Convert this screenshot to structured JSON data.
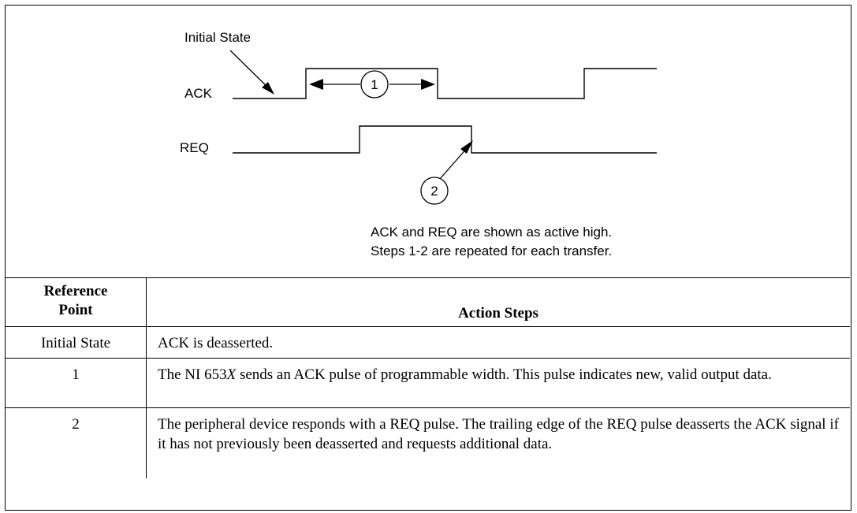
{
  "diagram": {
    "initial_state_label": "Initial State",
    "ack_label": "ACK",
    "req_label": "REQ",
    "marker_1": "1",
    "marker_2": "2",
    "note_line1": "ACK and REQ are shown as active high.",
    "note_line2": "Steps 1-2 are repeated for each transfer."
  },
  "table": {
    "header_ref_line1": "Reference",
    "header_ref_line2": "Point",
    "header_action": "Action Steps",
    "rows": [
      {
        "ref": "Initial State",
        "action_pre": "ACK is deasserted.",
        "action_italic": "",
        "action_post": ""
      },
      {
        "ref": "1",
        "action_pre": "The NI 653",
        "action_italic": "X",
        "action_post": " sends an ACK pulse of programmable width. This pulse indicates new, valid output data."
      },
      {
        "ref": "2",
        "action_pre": "The peripheral device responds with a REQ pulse. The trailing edge of the REQ pulse deasserts the ACK signal if it has not previously been deasserted and requests additional data.",
        "action_italic": "",
        "action_post": ""
      }
    ]
  }
}
